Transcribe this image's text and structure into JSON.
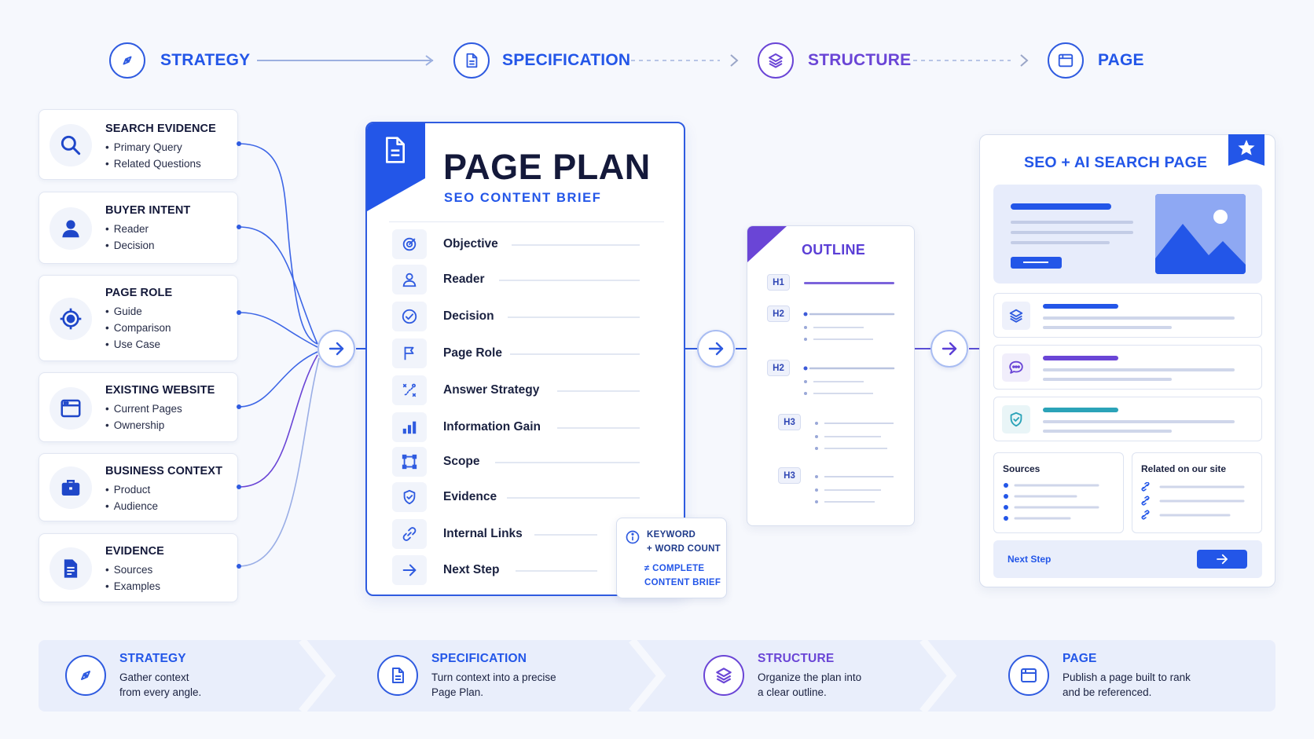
{
  "stepper": [
    {
      "label": "STRATEGY",
      "icon": "compass-icon"
    },
    {
      "label": "SPECIFICATION",
      "icon": "document-icon"
    },
    {
      "label": "STRUCTURE",
      "icon": "layers-icon"
    },
    {
      "label": "PAGE",
      "icon": "browser-window-icon"
    }
  ],
  "inputs": [
    {
      "title": "SEARCH EVIDENCE",
      "icon": "search-icon",
      "items": [
        "Primary Query",
        "Related Questions"
      ]
    },
    {
      "title": "BUYER INTENT",
      "icon": "user-icon",
      "items": [
        "Reader",
        "Decision"
      ]
    },
    {
      "title": "PAGE ROLE",
      "icon": "target-icon",
      "items": [
        "Guide",
        "Comparison",
        "Use Case"
      ]
    },
    {
      "title": "EXISTING WEBSITE",
      "icon": "browser-window-icon",
      "items": [
        "Current Pages",
        "Ownership"
      ]
    },
    {
      "title": "BUSINESS CONTEXT",
      "icon": "briefcase-icon",
      "items": [
        "Product",
        "Audience"
      ]
    },
    {
      "title": "EVIDENCE",
      "icon": "document-icon",
      "items": [
        "Sources",
        "Examples"
      ]
    }
  ],
  "page_plan": {
    "title": "PAGE PLAN",
    "subtitle": "SEO CONTENT BRIEF",
    "rows": [
      {
        "label": "Objective",
        "icon": "target-check-icon"
      },
      {
        "label": "Reader",
        "icon": "user-icon"
      },
      {
        "label": "Decision",
        "icon": "check-circle-icon"
      },
      {
        "label": "Page Role",
        "icon": "flag-icon"
      },
      {
        "label": "Answer Strategy",
        "icon": "strategy-icon"
      },
      {
        "label": "Information Gain",
        "icon": "bar-chart-icon"
      },
      {
        "label": "Scope",
        "icon": "scope-frame-icon"
      },
      {
        "label": "Evidence",
        "icon": "shield-check-icon"
      },
      {
        "label": "Internal Links",
        "icon": "link-icon"
      },
      {
        "label": "Next Step",
        "icon": "arrow-right-icon"
      }
    ]
  },
  "note": {
    "line1": "KEYWORD",
    "line2": "+ WORD COUNT",
    "line3": "≠ COMPLETE",
    "line4": "CONTENT BRIEF"
  },
  "outline": {
    "title": "OUTLINE",
    "headings": [
      "H1",
      "H2",
      "H2",
      "H3",
      "H3"
    ]
  },
  "seo_page": {
    "title": "SEO + AI SEARCH PAGE",
    "sources_label": "Sources",
    "related_label": "Related on our site",
    "next_step_label": "Next Step"
  },
  "ribbon": [
    {
      "title": "STRATEGY",
      "line1": "Gather context",
      "line2": "from every angle."
    },
    {
      "title": "SPECIFICATION",
      "line1": "Turn context into a precise",
      "line2": "Page Plan."
    },
    {
      "title": "STRUCTURE",
      "line1": "Organize the plan into",
      "line2": "a clear outline."
    },
    {
      "title": "PAGE",
      "line1": "Publish a page built to rank",
      "line2": "and be referenced."
    }
  ],
  "colors": {
    "primary": "#2f5be0",
    "purple": "#6a45d6",
    "teal": "#2ba3b8",
    "background": "#f6f8fd"
  }
}
